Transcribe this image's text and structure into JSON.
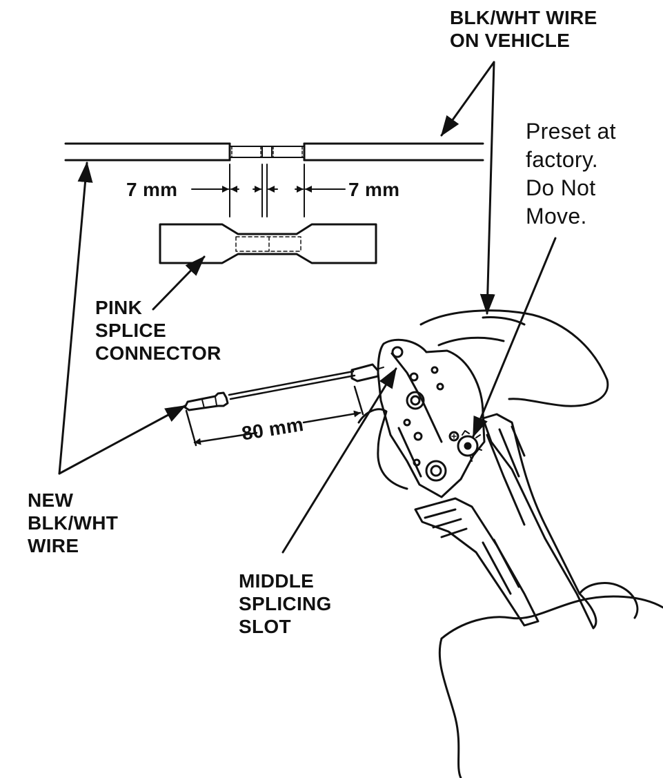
{
  "labels": {
    "vehicle_wire": [
      "BLK/WHT WIRE",
      "ON VEHICLE"
    ],
    "preset_note": [
      "Preset at",
      "factory.",
      "Do Not",
      "Move."
    ],
    "dim_left": "7 mm",
    "dim_right": "7 mm",
    "splice_connector": [
      "PINK",
      "SPLICE",
      "CONNECTOR"
    ],
    "dim_80": "80 mm",
    "new_wire": [
      "NEW",
      "BLK/WHT",
      "WIRE"
    ],
    "slot": [
      "MIDDLE",
      "SPLICING",
      "SLOT"
    ]
  }
}
